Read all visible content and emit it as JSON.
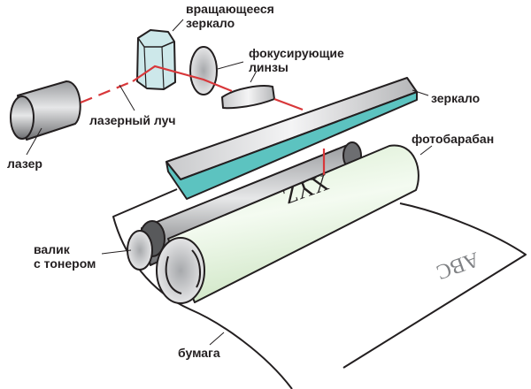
{
  "labels": {
    "rotating_mirror": [
      "вращающееся",
      "зеркало"
    ],
    "focusing_lenses": [
      "фокусирующие",
      "линзы"
    ],
    "laser_beam": "лазерный луч",
    "laser": "лазер",
    "mirror": "зеркало",
    "photodrum": "фотобарабан",
    "toner_roller": [
      "валик",
      "с тонером"
    ],
    "paper": "бумага"
  },
  "drum_text": "XYZ",
  "paper_text": "ABC",
  "colors": {
    "beam": "#d8373a",
    "drum": "#e3f2dc",
    "mirror_edge": "#5cc3c0",
    "prism": "#cde8ea",
    "outline": "#231f20"
  }
}
